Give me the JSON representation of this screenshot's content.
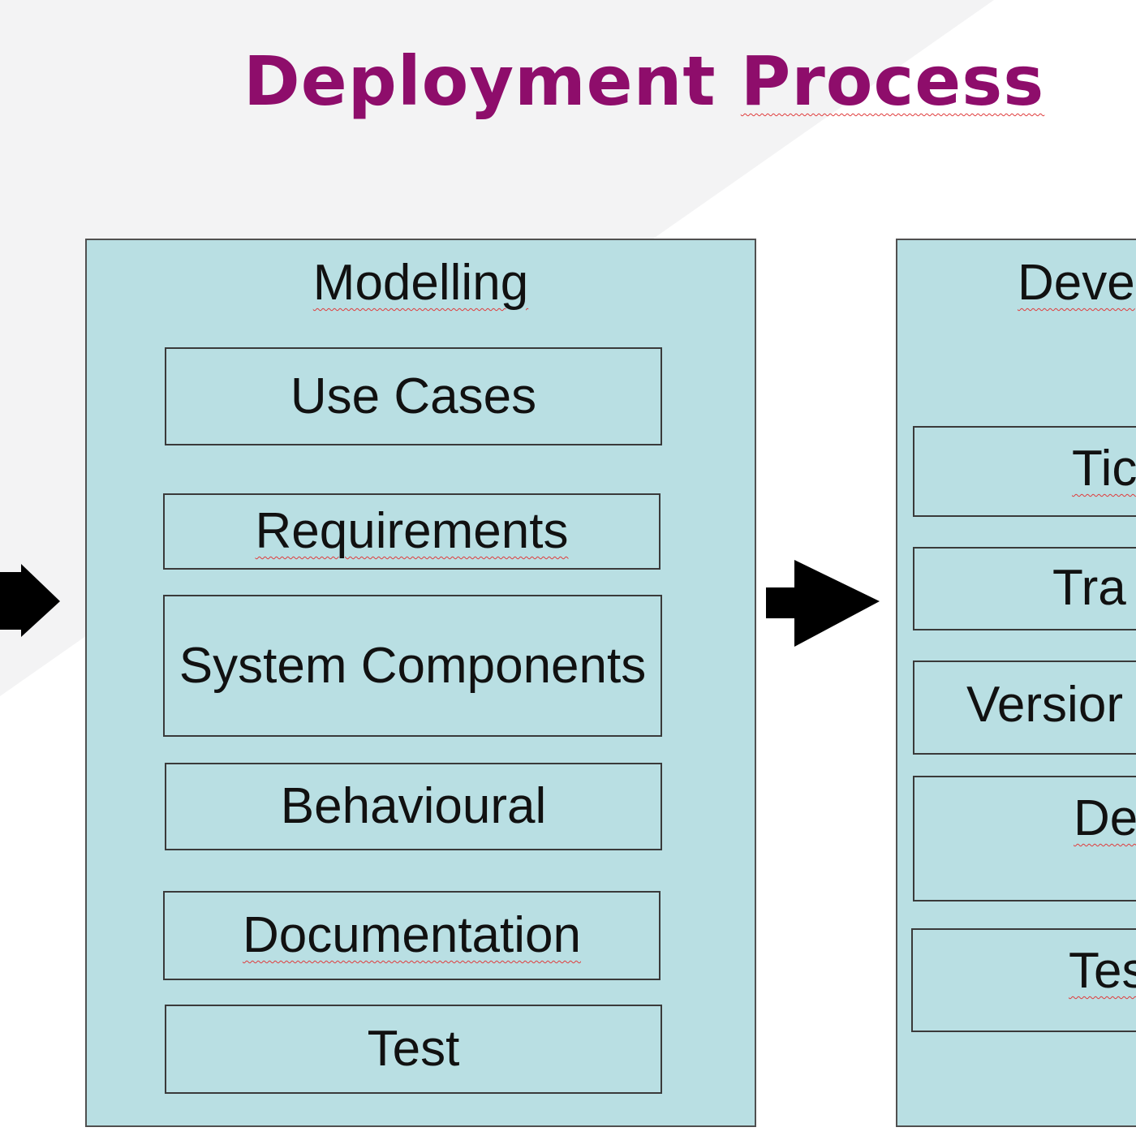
{
  "title": {
    "word1": "Deployment",
    "word2": "Process"
  },
  "colors": {
    "title": "#8e0d6b",
    "panel_fill": "#b9dfe3",
    "background_band": "#f3f3f4"
  },
  "modelling": {
    "title": "Modelling",
    "items": [
      "Use Cases",
      "Requirements",
      "System Components",
      "Behavioural",
      "Documentation",
      "Test"
    ]
  },
  "development": {
    "title": "Deve",
    "items": [
      "Tic",
      "Tra",
      "Versior",
      "De",
      "Tes"
    ]
  }
}
